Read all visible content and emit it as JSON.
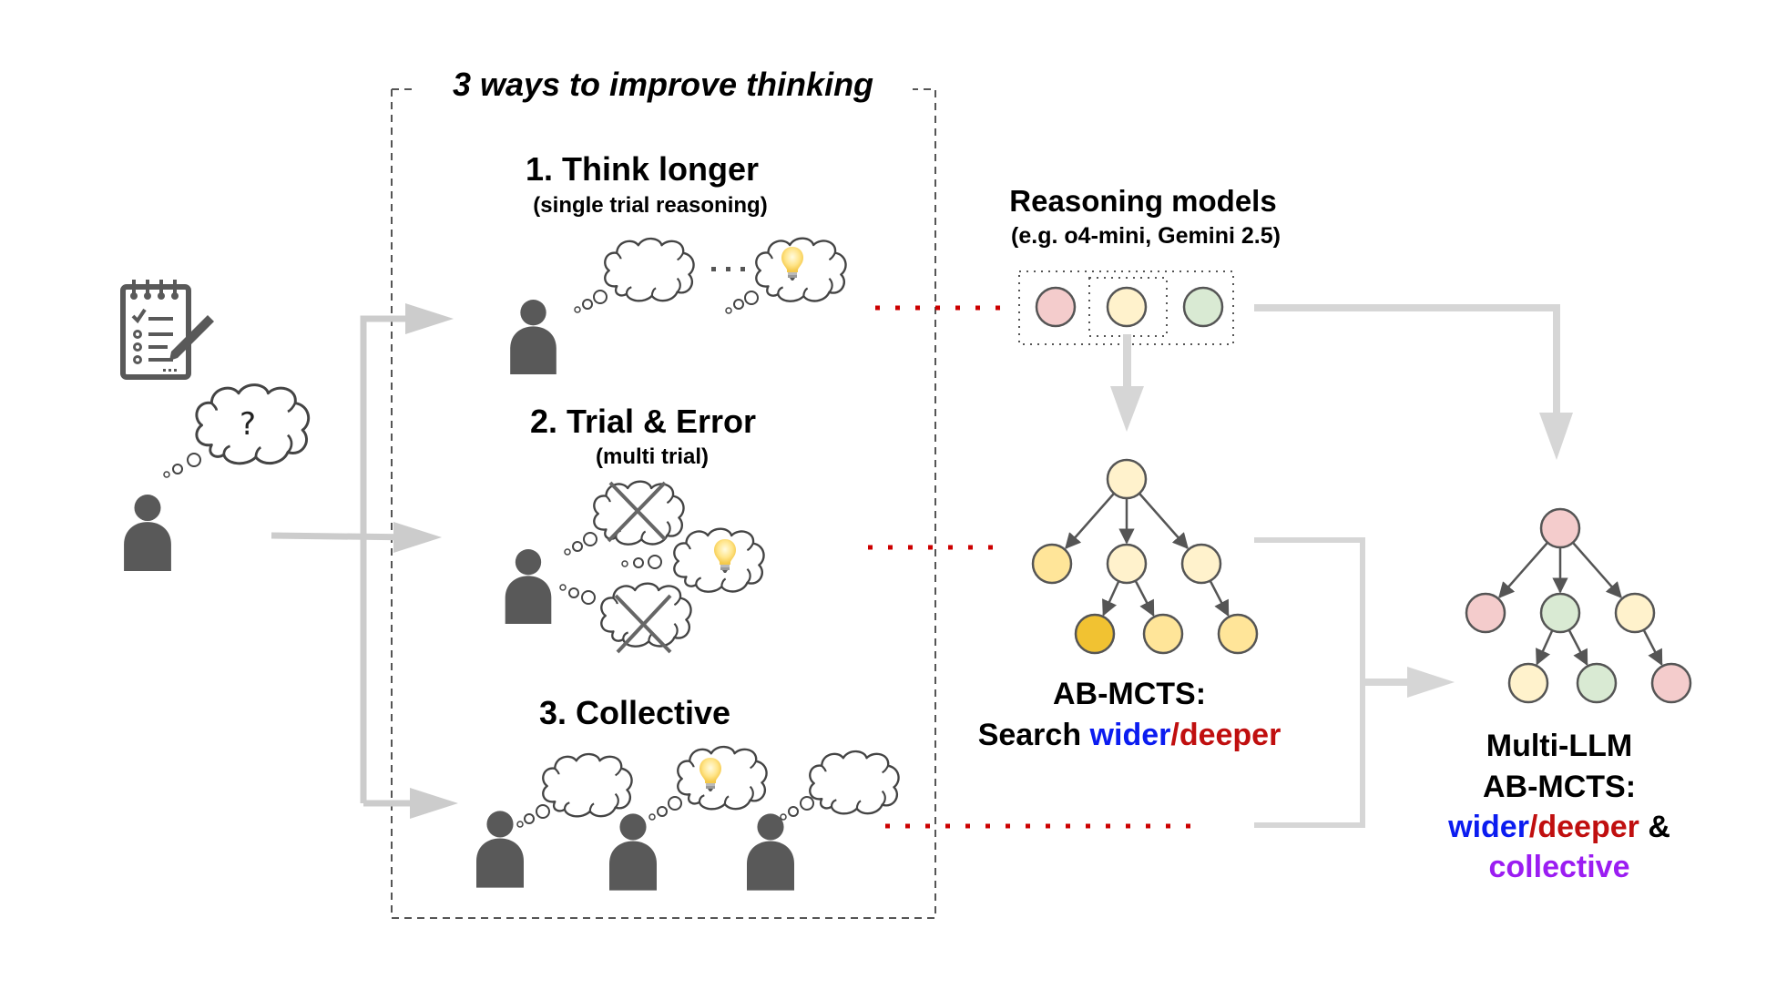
{
  "title": "3 ways to improve thinking",
  "left": {
    "problem_icon": "checklist-notepad-with-pencil-icon",
    "person_icon": "person-icon",
    "thought_text": "?"
  },
  "ways": [
    {
      "label": "1. Think longer",
      "sublabel": "(single trial reasoning)"
    },
    {
      "label": "2. Trial & Error",
      "sublabel": "(multi trial)"
    },
    {
      "label": "3. Collective",
      "sublabel": ""
    }
  ],
  "reasoning_models": {
    "label": "Reasoning models",
    "sublabel": "(e.g. o4-mini, Gemini 2.5)",
    "nodes": [
      {
        "name": "model-red",
        "color": "#f4cccc"
      },
      {
        "name": "model-yellow",
        "color": "#fff2cc"
      },
      {
        "name": "model-green",
        "color": "#d9ead3"
      }
    ]
  },
  "ab_mcts": {
    "line1": "AB-MCTS:",
    "line2_prefix": "Search ",
    "wider": "wider",
    "slash": "/",
    "deeper": "deeper",
    "nodes": [
      {
        "id": "root",
        "color": "#fff2cc"
      },
      {
        "id": "c1",
        "color": "#ffe599"
      },
      {
        "id": "c2",
        "color": "#fff2cc"
      },
      {
        "id": "c3",
        "color": "#fff2cc"
      },
      {
        "id": "g1",
        "color": "#f1c232"
      },
      {
        "id": "g2",
        "color": "#ffe599"
      },
      {
        "id": "g3",
        "color": "#ffe599"
      }
    ]
  },
  "multi_llm": {
    "line1": "Multi-LLM",
    "line2": "AB-MCTS:",
    "wider": "wider",
    "slash": "/",
    "deeper": "deeper",
    "amp": " &",
    "collective": "collective",
    "nodes": [
      {
        "id": "root",
        "color": "#f4cccc"
      },
      {
        "id": "c1",
        "color": "#f4cccc"
      },
      {
        "id": "c2",
        "color": "#d9ead3"
      },
      {
        "id": "c3",
        "color": "#fff2cc"
      },
      {
        "id": "g1",
        "color": "#fff2cc"
      },
      {
        "id": "g2",
        "color": "#d9ead3"
      },
      {
        "id": "g3",
        "color": "#f4cccc"
      }
    ]
  },
  "colors": {
    "arrow_gray": "#cccccc",
    "icon_dark": "#595959",
    "dotted_red": "#cc0000",
    "wider_blue": "#0b1cf0",
    "deeper_red": "#c00f0f",
    "collective_purple": "#9b1df2",
    "node_stroke": "#555555"
  }
}
